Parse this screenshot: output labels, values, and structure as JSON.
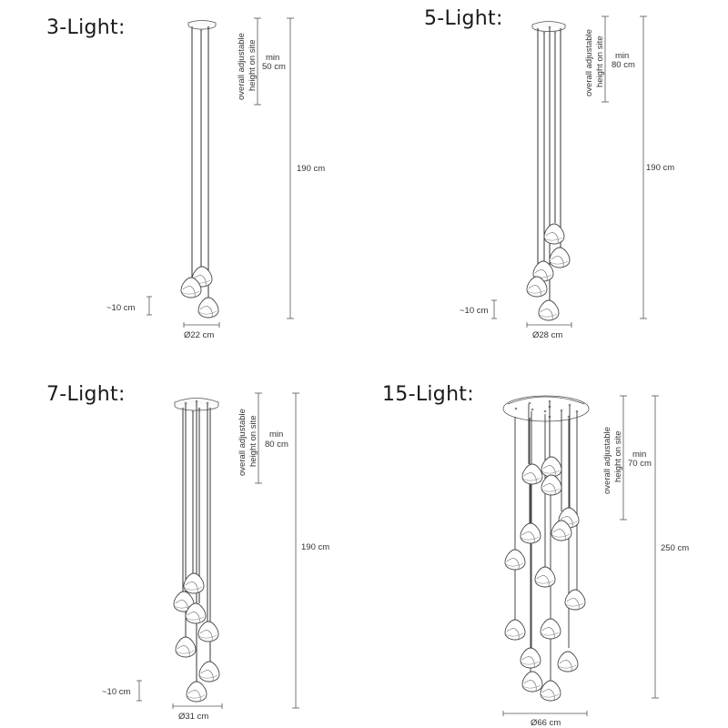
{
  "diagrams": [
    {
      "title": "3-Light:",
      "adjustable_label_1": "overall adjustable",
      "adjustable_label_2": "height on site",
      "min_label": "min",
      "min_value": "50 cm",
      "total_height": "190 cm",
      "drop_offset": "~10 cm",
      "diameter": "Ø22 cm",
      "pendant_count": 3
    },
    {
      "title": "5-Light:",
      "adjustable_label_1": "overall adjustable",
      "adjustable_label_2": "height on site",
      "min_label": "min",
      "min_value": "80 cm",
      "total_height": "190 cm",
      "drop_offset": "~10 cm",
      "diameter": "Ø28 cm",
      "pendant_count": 5
    },
    {
      "title": "7-Light:",
      "adjustable_label_1": "overall adjustable",
      "adjustable_label_2": "height on site",
      "min_label": "min",
      "min_value": "80 cm",
      "total_height": "190 cm",
      "drop_offset": "~10 cm",
      "diameter": "Ø31 cm",
      "pendant_count": 7
    },
    {
      "title": "15-Light:",
      "adjustable_label_1": "overall adjustable",
      "adjustable_label_2": "height on site",
      "min_label": "min",
      "min_value": "70 cm",
      "total_height": "250 cm",
      "diameter": "Ø66 cm",
      "pendant_count": 15
    }
  ],
  "colors": {
    "line": "#555555",
    "cord": "#333333",
    "text": "#1a1a1a"
  }
}
